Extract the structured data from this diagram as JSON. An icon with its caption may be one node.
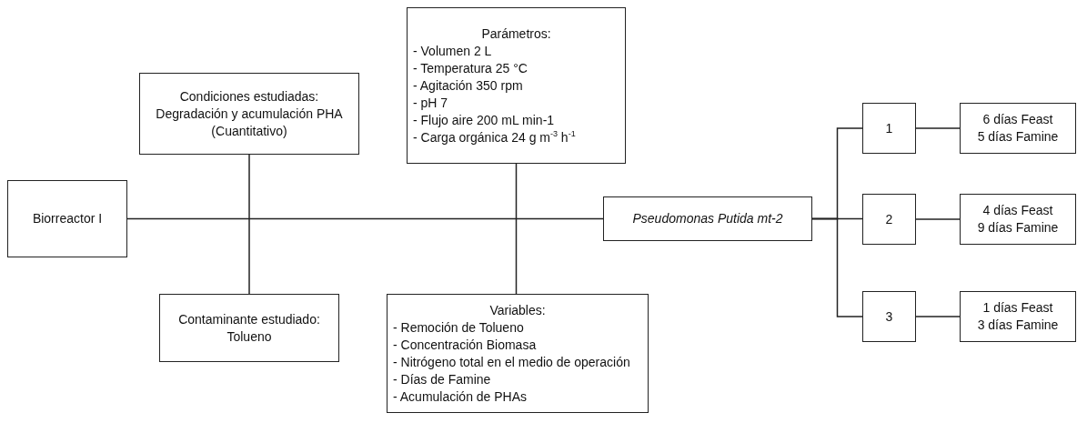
{
  "diagram": {
    "nodes": [
      {
        "text": [
          "Biorreactor I"
        ]
      },
      {
        "text": [
          "Condiciones estudiadas:",
          "Degradación y acumulación PHA (Cuantitativo)"
        ]
      },
      {
        "text": [
          "Contaminante estudiado:",
          "Tolueno"
        ]
      },
      {
        "text": [
          "Parámetros:",
          "- Volumen 2 L",
          "- Temperatura 25 °C",
          "- Agitación 350 rpm",
          "- pH 7",
          "- Flujo aire 200 mL min-1",
          "- Carga orgánica 24 g m$^{-3}$ h$^{-1}$"
        ]
      },
      {
        "text": [
          "Variables:",
          "- Remoción de Tolueno",
          "- Concentración Biomasa",
          "- Nitrógeno total en el medio de operación",
          "- Días de Famine",
          "- Acumulación de PHAs"
        ]
      },
      {
        "text": [
          "Pseudomonas Putida mt-2"
        ]
      },
      {
        "text": [
          "1"
        ]
      },
      {
        "text": [
          "2"
        ]
      },
      {
        "text": [
          "3"
        ]
      },
      {
        "text": [
          "6 días Feast",
          "5 días Famine"
        ]
      },
      {
        "text": [
          "4 días Feast",
          "9 días Famine"
        ]
      },
      {
        "text": [
          "1 días Feast",
          "3 días Famine"
        ]
      }
    ],
    "edges": [
      {
        "from": 0,
        "to": 5,
        "arrow": "none"
      },
      {
        "from": 1,
        "to": 2,
        "arrow": "none"
      },
      {
        "from": 3,
        "to": 4,
        "arrow": "none"
      },
      {
        "from": 5,
        "to": 6,
        "arrow": "none"
      },
      {
        "from": 5,
        "to": 7,
        "arrow": "none"
      },
      {
        "from": 5,
        "to": 8,
        "arrow": "none"
      },
      {
        "from": 6,
        "to": 9,
        "arrow": "none"
      },
      {
        "from": 7,
        "to": 10,
        "arrow": "none"
      },
      {
        "from": 8,
        "to": 11,
        "arrow": "none"
      }
    ]
  }
}
